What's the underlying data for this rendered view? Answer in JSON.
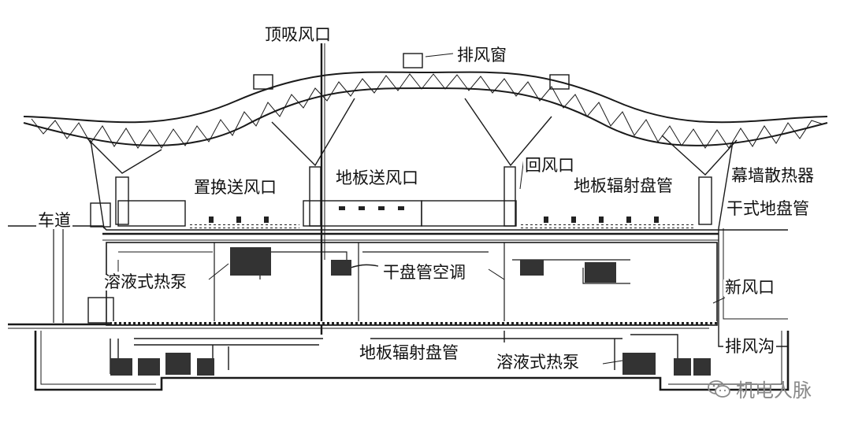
{
  "labels": {
    "top_suction_vent": "顶吸风口",
    "exhaust_window": "排风窗",
    "roadway": "车道",
    "displacement_supply_vent": "置换送风口",
    "floor_supply_vent": "地板送风口",
    "return_vent": "回风口",
    "floor_radiant_coil_upper": "地板辐射盘管",
    "curtain_wall_radiator": "幕墙散热器",
    "dry_floor_coil": "干式地盘管",
    "solution_heat_pump_left": "溶液式热泵",
    "dry_coil_ac": "干盘管空调",
    "fresh_air_vent": "新风口",
    "floor_radiant_coil_lower": "地板辐射盘管",
    "solution_heat_pump_right": "溶液式热泵",
    "exhaust_trench": "排风沟"
  },
  "watermark": {
    "text": "机电人脉",
    "icon": "wechat-icon"
  },
  "colors": {
    "line": "#1a1a1a",
    "watermark": "#8a8a8a"
  }
}
